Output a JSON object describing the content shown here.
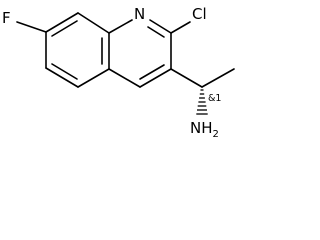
{
  "molecule": {
    "atoms": {
      "fluorine": "F",
      "ring_nitrogen": "N",
      "chlorine": "Cl",
      "amine": "NH",
      "amine_subscript": "2"
    },
    "stereo_label": "&1"
  }
}
